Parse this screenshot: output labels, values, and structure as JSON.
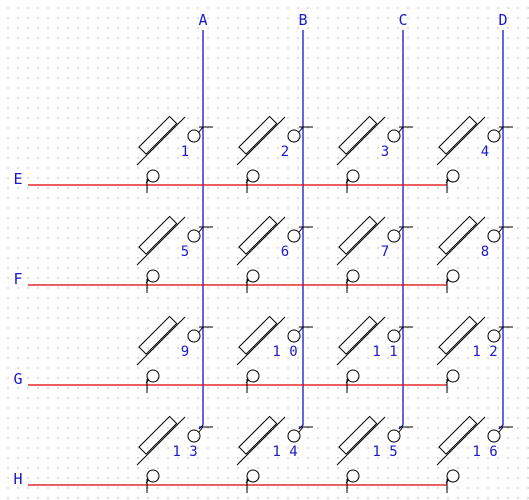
{
  "colors": {
    "column_wire": "#0000cc",
    "row_wire": "#dd0000",
    "label": "#1a1acc",
    "symbol": "#000000"
  },
  "columns": [
    {
      "label": "A"
    },
    {
      "label": "B"
    },
    {
      "label": "C"
    },
    {
      "label": "D"
    }
  ],
  "rows": [
    {
      "label": "E"
    },
    {
      "label": "F"
    },
    {
      "label": "G"
    },
    {
      "label": "H"
    }
  ],
  "switches": [
    [
      "1",
      "2",
      "3",
      "4"
    ],
    [
      "5",
      "6",
      "7",
      "8"
    ],
    [
      "9",
      "1 0",
      "1 1",
      "1 2"
    ],
    [
      "1 3",
      "1 4",
      "1 5",
      "1 6"
    ]
  ]
}
